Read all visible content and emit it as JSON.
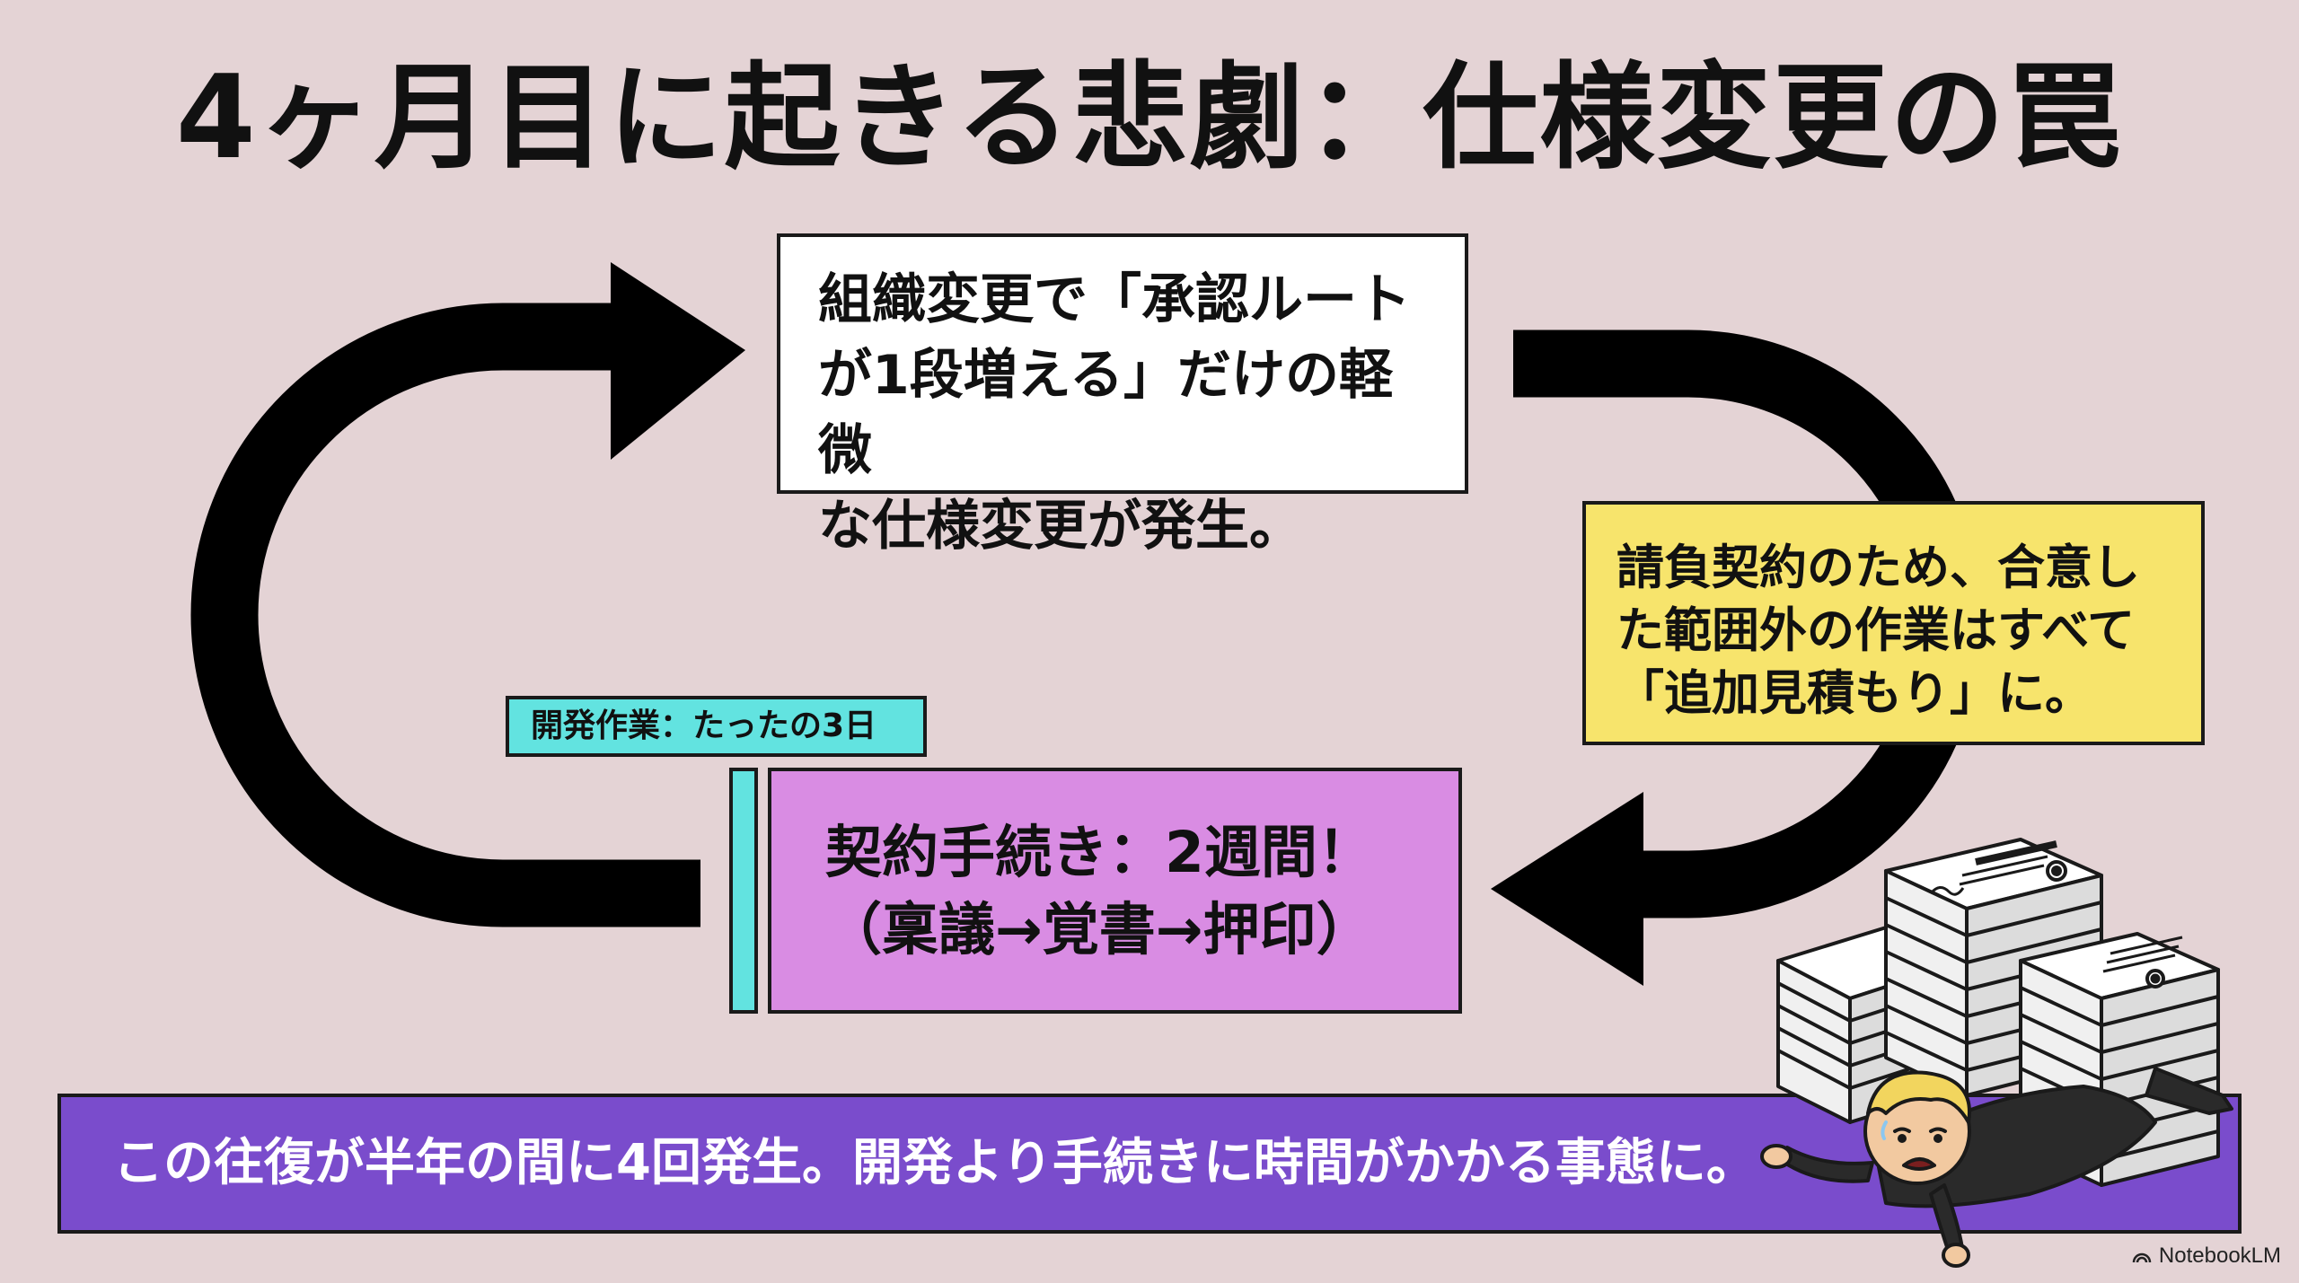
{
  "title": "4ヶ月目に起きる悲劇：仕様変更の罠",
  "top_box": {
    "lines": [
      "組織変更で「承認ルート",
      "が1段増える」だけの軽微",
      "な仕様変更が発生。"
    ]
  },
  "right_box": {
    "lines": [
      "請負契約のため、合意し",
      "た範囲外の作業はすべて",
      "「追加見積もり」に。"
    ]
  },
  "dev_tag": "開発作業：たったの3日",
  "contract_box": {
    "line1": "契約手続き：2週間！",
    "line2": "（稟議→覚書→押印）"
  },
  "banner": "この往復が半年の間に4回発生。開発より手続きに時間がかかる事態に。",
  "brand": "NotebookLM",
  "colors": {
    "background": "#e4d3d5",
    "arrow": "#000000",
    "yellow": "#f7e46c",
    "teal": "#62e3e0",
    "purple_box": "#d98ce3",
    "banner": "#7a4ccc"
  },
  "icons": [
    "cycle-arrow-left-icon",
    "cycle-arrow-right-icon",
    "paper-stack-icon",
    "exhausted-worker-icon",
    "notebooklm-logo-icon"
  ]
}
